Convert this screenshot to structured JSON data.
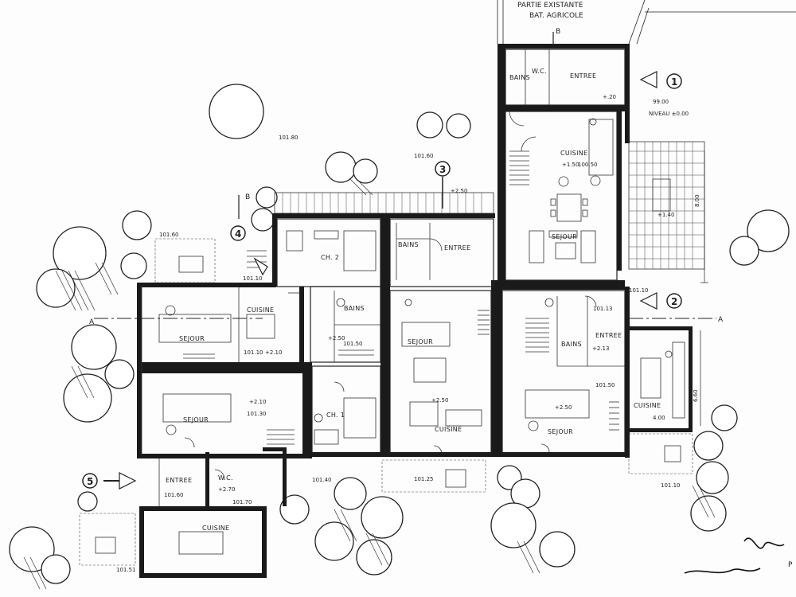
{
  "header": {
    "existing_part_line1": "PARTIE EXISTANTE",
    "existing_part_line2": "BAT. AGRICOLE"
  },
  "section_marks": {
    "a_left": "A",
    "a_right": "A",
    "b_top": "B",
    "b_left": "B"
  },
  "markers": [
    "1",
    "2",
    "3",
    "4",
    "5"
  ],
  "rooms": {
    "entree_top": "ENTREE",
    "wc_top": "W.C.",
    "bains_top": "BAINS",
    "cuisine_right": "CUISINE",
    "sejour_right_top": "SEJOUR",
    "ch2": "CH. 2",
    "bains_mid": "BAINS",
    "entree_mid": "ENTREE",
    "cuisine_left": "CUISINE",
    "sejour_left_top": "SEJOUR",
    "bains_center": "BAINS",
    "sejour_center": "SEJOUR",
    "sejour_left_bottom": "SEJOUR",
    "ch1": "CH. 1",
    "cuisine_center": "CUISINE",
    "bains_right": "BAINS",
    "entree_right": "ENTREE",
    "sejour_right_bottom": "SEJOUR",
    "cuisine_far_right": "CUISINE",
    "entree_bottom_left": "ENTREE",
    "wc_bottom": "W.C.",
    "cuisine_bottom": "CUISINE"
  },
  "levels": {
    "l_10180": "101.80",
    "l_10160_top": "101.60",
    "l_9900": "99.00",
    "niveau": "NIVEAU ±0.00",
    "l_20": "+.20",
    "l_150": "+1.50",
    "l_10050": "100.50",
    "l_140": "+1.40",
    "l_250_top": "+2.50",
    "l_10160_left": "101.60",
    "l_10110_left": "101.10",
    "l_210": "+2.10",
    "l_250_mid": "+2.50",
    "l_10150": "101.50",
    "l_10013": "101.13",
    "l_213": "+2.13",
    "l_10010_right": "101.10",
    "l_210_b": "+2.10",
    "l_10130": "101.30",
    "l_250_center": "+2.50",
    "l_250_right": "+2.50",
    "l_10050_b": "101.50",
    "l_10010": "101.10",
    "l_10025": "101.25",
    "l_10140": "101.40",
    "l_10160_bottom": "101.60",
    "l_270": "+2.70",
    "l_10170": "101.70",
    "l_10151": "101.51",
    "l_10110_far": "101.10",
    "l_400": "4.00",
    "l_600": "6.60",
    "l_800": "8.00"
  },
  "signature": {
    "scribble_a": "sign-a",
    "scribble_b": "sign-b"
  },
  "corner_text": "P"
}
